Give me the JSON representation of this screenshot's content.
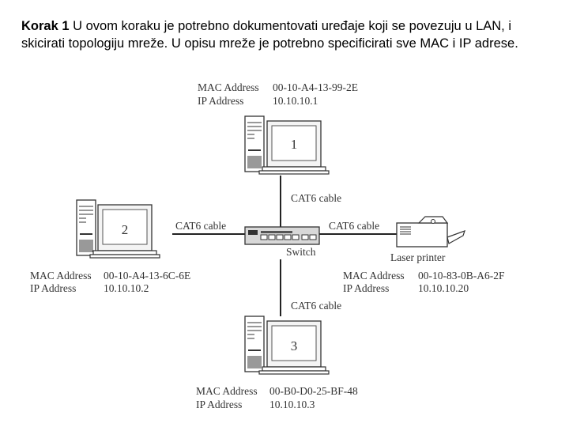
{
  "intro": {
    "heading": "Korak 1",
    "text": " U ovom koraku je potrebno dokumentovati uređaje koji se povezuju u LAN, i skicirati topologiju mreže. U opisu mreže je potrebno specificirati sve MAC i IP adrese."
  },
  "labels": {
    "mac": "MAC Address",
    "ip": "IP Address",
    "cable": "CAT6 cable",
    "switch": "Switch",
    "printer": "Laser printer"
  },
  "devices": [
    {
      "number": "1",
      "mac": "00-10-A4-13-99-2E",
      "ip": "10.10.10.1"
    },
    {
      "number": "2",
      "mac": "00-10-A4-13-6C-6E",
      "ip": "10.10.10.2"
    },
    {
      "number": "3",
      "mac": "00-B0-D0-25-BF-48",
      "ip": "10.10.10.3"
    }
  ],
  "printer": {
    "mac": "00-10-83-0B-A6-2F",
    "ip": "10.10.10.20"
  }
}
